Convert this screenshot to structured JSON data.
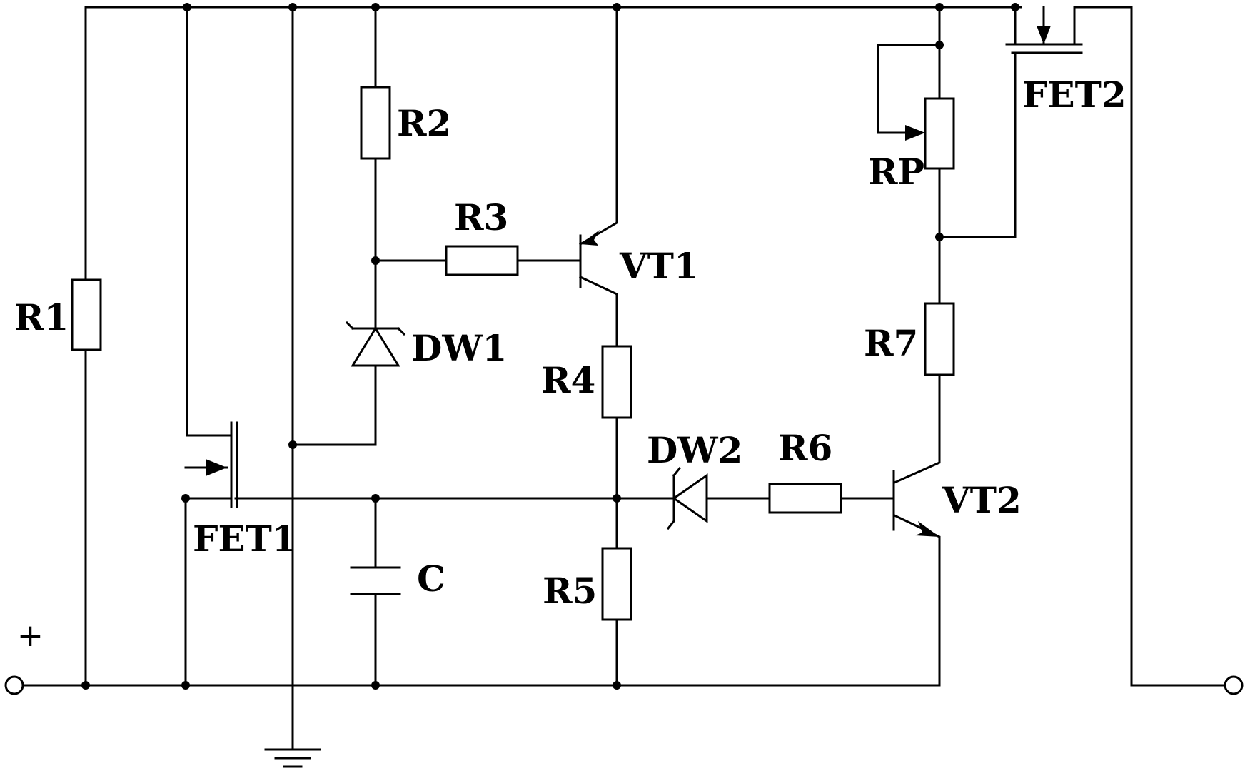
{
  "diagram": {
    "labels": {
      "R1": "R1",
      "R2": "R2",
      "R3": "R3",
      "R4": "R4",
      "R5": "R5",
      "R6": "R6",
      "R7": "R7",
      "RP": "RP",
      "VT1": "VT1",
      "VT2": "VT2",
      "DW1": "DW1",
      "DW2": "DW2",
      "FET1": "FET1",
      "FET2": "FET2",
      "C": "C"
    },
    "terminal_plus": "+"
  }
}
